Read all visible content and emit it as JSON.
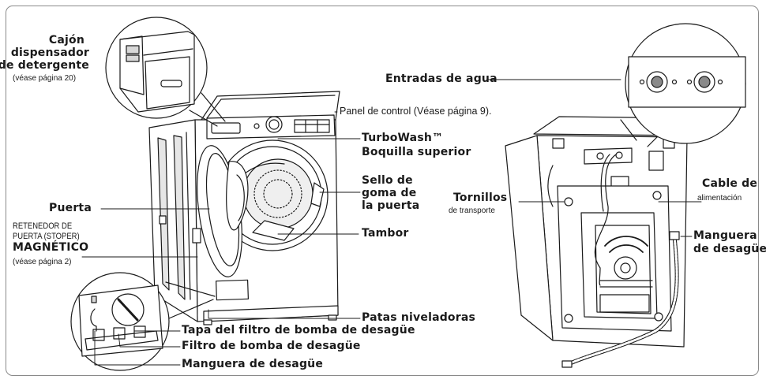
{
  "labels": {
    "drawer_line1": "Cajón",
    "drawer_line2": "dispensador",
    "drawer_line3": "de detergente",
    "drawer_ref": "(véase página 20)",
    "control_panel": "Panel de control (Véase página 9).",
    "turbowash_line1": "TurboWash™",
    "turbowash_line2": "Boquilla superior",
    "seal_line1": "Sello de",
    "seal_line2": "goma de",
    "seal_line3": "la puerta",
    "door": "Puerta",
    "stopper_line1": "RETENEDOR DE",
    "stopper_line2": "PUERTA (STOPER)",
    "stopper_line3": "MAGNÉTICO",
    "stopper_ref": "(véase página 2)",
    "drum": "Tambor",
    "leveling_feet": "Patas niveladoras",
    "filter_cap": "Tapa del filtro de bomba de desagüe",
    "pump_filter": "Filtro de bomba de desagüe",
    "drain_hose_front": "Manguera de desagüe",
    "water_inlets": "Entradas de agua",
    "bolts_line1": "Tornillos",
    "bolts_line2": "de transporte",
    "cable_line1": "Cable de",
    "cable_line2": "alimentación",
    "drain_hose_back_line1": "Manguera",
    "drain_hose_back_line2": "de desagüe"
  },
  "colors": {
    "stroke": "#1a1a1a",
    "frame": "#8a8a8a",
    "fill": "#ffffff",
    "shade": "#d8d8d8"
  }
}
